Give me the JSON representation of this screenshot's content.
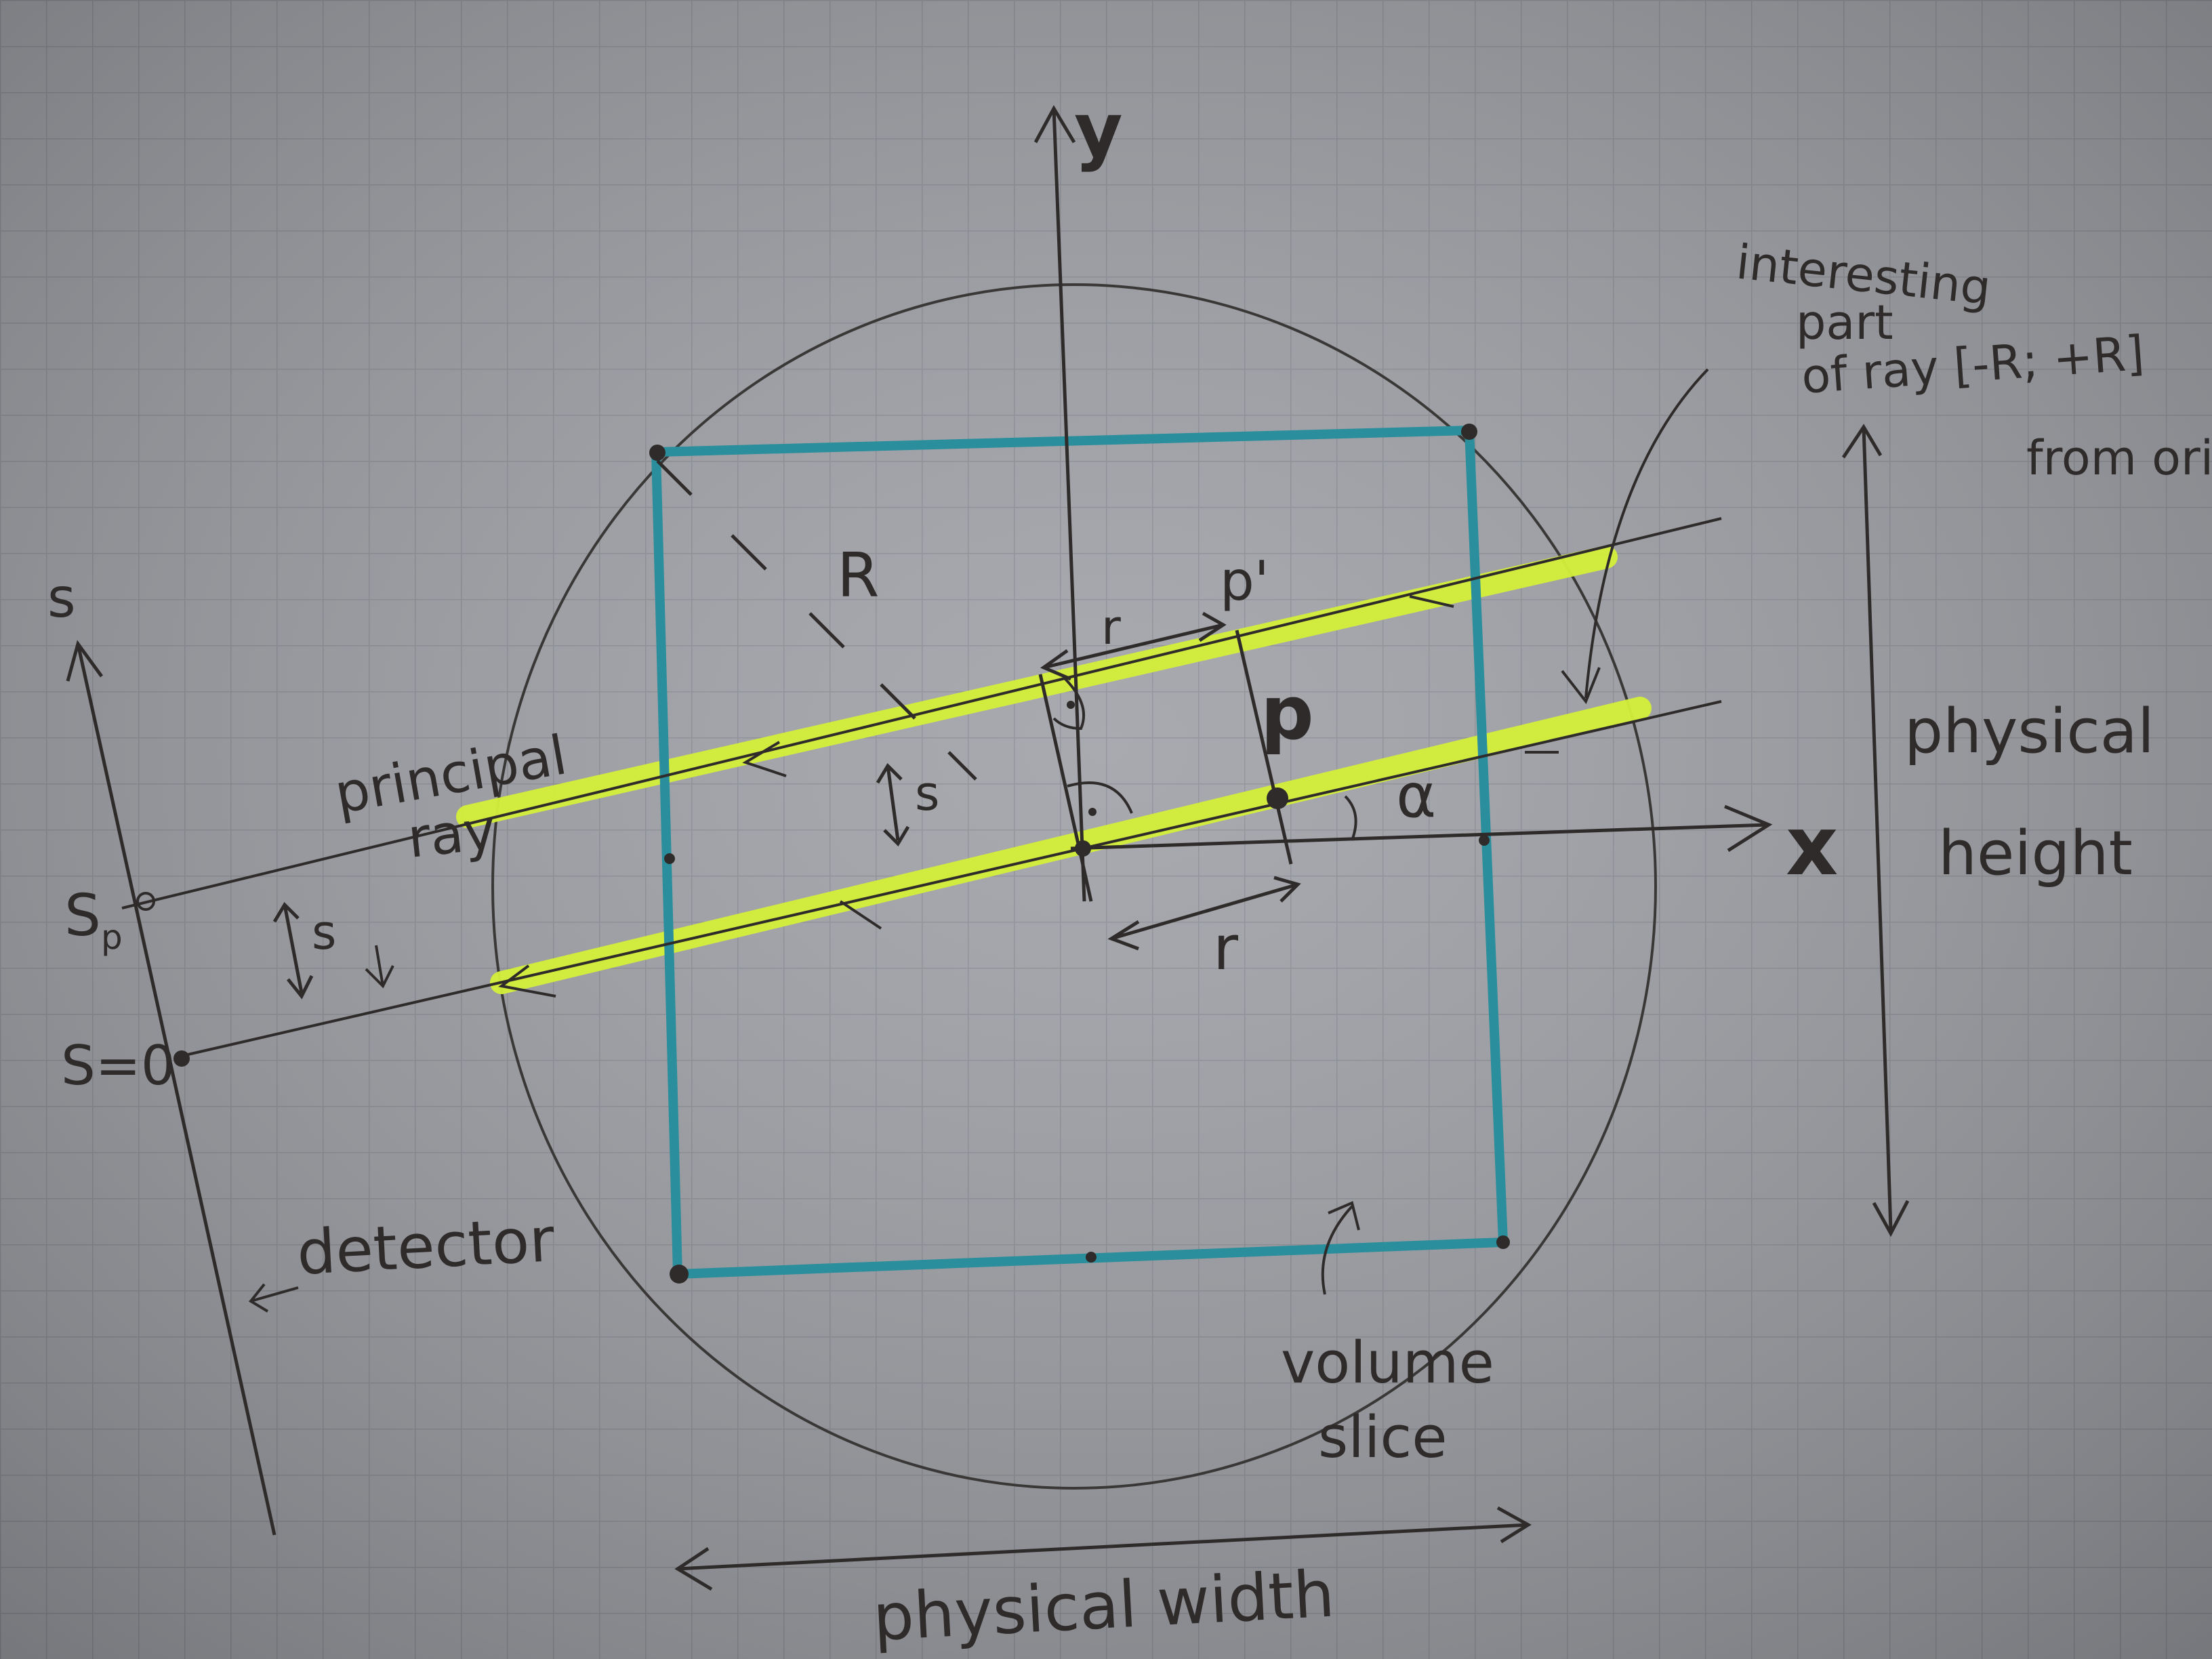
{
  "labels": {
    "y_axis": "y",
    "x_axis": "x",
    "s_axis": "s",
    "R": "R",
    "r_upper": "r",
    "r_lower": "r",
    "p_prime": "p'",
    "p": "p",
    "alpha": "α",
    "s_upper": "s",
    "s_lower": "s",
    "principal": "principal",
    "ray": "ray",
    "s_p": "S",
    "s_p_sub": "p",
    "s_zero": "S=0",
    "detector": "detector",
    "interesting_1": "interesting",
    "interesting_2": "part",
    "interesting_3": "of ray [-R; +R]",
    "interesting_4": "from ori",
    "physical_height_1": "physical",
    "physical_height_2": "height",
    "volume_slice_1": "volume",
    "volume_slice_2": "slice",
    "physical_width": "physical width"
  },
  "colors": {
    "paper": "#9c9ea4",
    "grid": "#878a91",
    "pencil": "#2e2b2a",
    "volume_outline": "#2a8e9c",
    "highlight": "#d4f03a"
  },
  "icons": {
    "right_angle": "right-angle-marker",
    "point": "point-dot"
  }
}
